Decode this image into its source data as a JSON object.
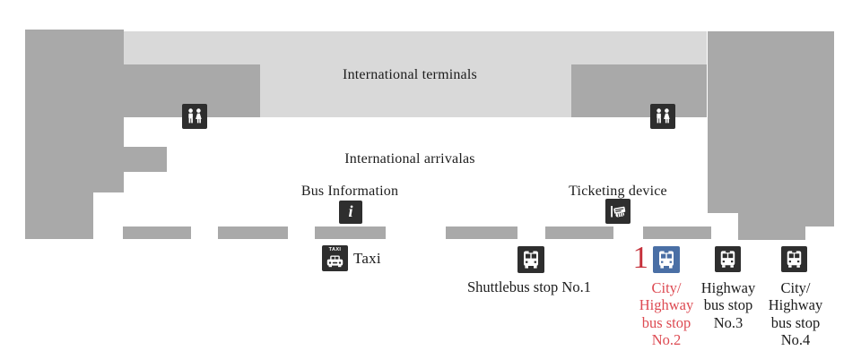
{
  "map": {
    "terminals_label": "International terminals",
    "arrivals_label": "International arrivalas",
    "bus_information": {
      "label": "Bus Information",
      "icon_glyph": "i"
    },
    "ticketing_device": {
      "label": "Ticketing device"
    },
    "taxi": {
      "label": "Taxi",
      "sign_text": "TAXI"
    },
    "restroom_icons": [
      "restroom-icon-left",
      "restroom-icon-right"
    ],
    "bus_stops": [
      {
        "name": "Shuttlebus stop No.1",
        "lines": [
          "Shuttlebus stop No.1"
        ],
        "highlighted": false
      },
      {
        "name": "City/Highway bus stop No.2",
        "number": "1",
        "lines": [
          "City/",
          "Highway",
          "bus stop",
          "No.2"
        ],
        "highlighted": true
      },
      {
        "name": "Highway bus stop No.3",
        "lines": [
          "Highway",
          "bus stop",
          "No.3"
        ],
        "highlighted": false
      },
      {
        "name": "City/Highway bus stop No.4",
        "lines": [
          "City/",
          "Highway",
          "bus stop",
          "No.4"
        ],
        "highlighted": false
      }
    ]
  },
  "colors": {
    "building_gray": "#a9a9a9",
    "terminal_light_gray": "#d9d9d9",
    "icon_dark": "#2e2e2e",
    "highlight_blue": "#4a6fa5",
    "accent_red": "#dd4a52",
    "number_red": "#c5303a",
    "text_black": "#1c1c1c"
  }
}
